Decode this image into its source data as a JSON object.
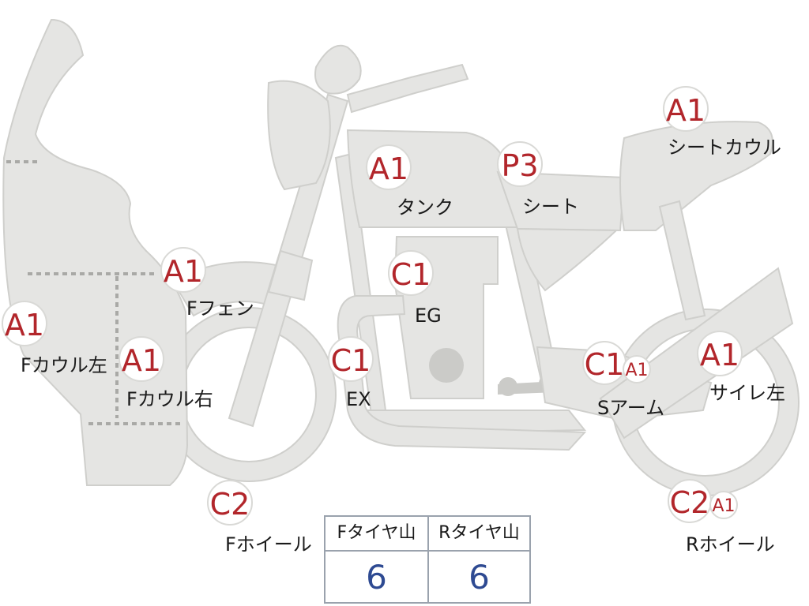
{
  "diagram": {
    "parts": [
      {
        "id": "f-cowl-left",
        "grade": "A1",
        "label": "Fカウル左"
      },
      {
        "id": "f-cowl-right",
        "grade": "A1",
        "label": "Fカウル右"
      },
      {
        "id": "f-fender",
        "grade": "A1",
        "label": "Fフェン"
      },
      {
        "id": "tank",
        "grade": "A1",
        "label": "タンク"
      },
      {
        "id": "seat",
        "grade": "P3",
        "label": "シート"
      },
      {
        "id": "seat-cowl",
        "grade": "A1",
        "label": "シートカウル"
      },
      {
        "id": "engine",
        "grade": "C1",
        "label": "EG"
      },
      {
        "id": "exhaust",
        "grade": "C1",
        "label": "EX"
      },
      {
        "id": "swingarm",
        "grade": "C1",
        "grade2": "A1",
        "label": "Sアーム"
      },
      {
        "id": "muffler-left",
        "grade": "A1",
        "label": "サイレ左"
      },
      {
        "id": "f-wheel",
        "grade": "C2",
        "label": "Fホイール"
      },
      {
        "id": "r-wheel",
        "grade": "C2",
        "grade2": "A1",
        "label": "Rホイール"
      }
    ]
  },
  "tire_table": {
    "headers": [
      "Fタイヤ山",
      "Rタイヤ山"
    ],
    "values": [
      "6",
      "6"
    ]
  },
  "colors": {
    "part_fill": "#e5e5e3",
    "grade_text": "#b2262b",
    "tire_value_text": "#2e4a92",
    "table_border": "#9aa2ad"
  }
}
